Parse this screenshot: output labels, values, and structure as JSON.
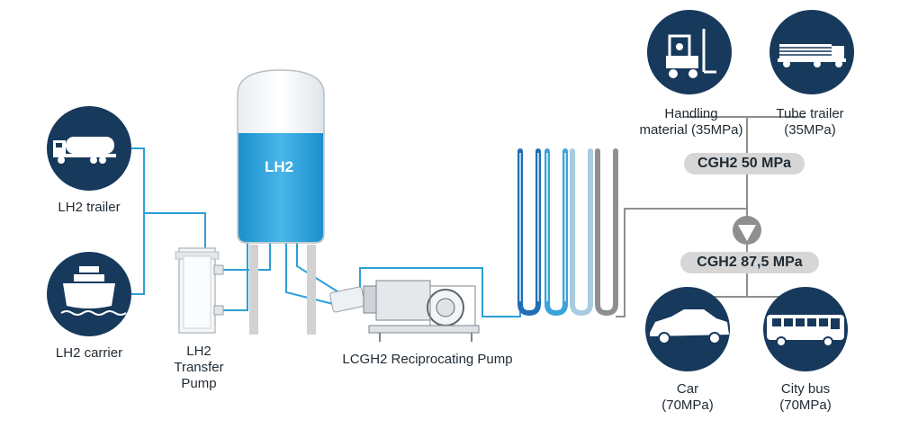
{
  "colors": {
    "navy": "#17395c",
    "line_blue": "#2b9fd6",
    "line_gray": "#8f8f8f",
    "tank_liquid": "#1f9ad6",
    "pill_bg": "#d6d6d6"
  },
  "icons": {
    "lh2_trailer": "tanker-truck-icon",
    "lh2_carrier": "ship-icon",
    "handling_material": "forklift-icon",
    "tube_trailer": "tube-trailer-truck-icon",
    "car": "car-icon",
    "city_bus": "bus-icon"
  },
  "labels": {
    "lh2_trailer": "LH2 trailer",
    "lh2_carrier": "LH2 carrier",
    "transfer_pump": [
      "LH2",
      "Transfer",
      "Pump"
    ],
    "tank": "LH2",
    "recip_pump": "LCGH2 Reciprocating Pump",
    "handling_material": [
      "Handling",
      "material (35MPa)"
    ],
    "tube_trailer": [
      "Tube trailer",
      "(35MPa)"
    ],
    "cgh2_50": "CGH2 50 MPa",
    "cgh2_875": "CGH2 87,5 MPa",
    "car": [
      "Car",
      "(70MPa)"
    ],
    "city_bus": [
      "City bus",
      "(70MPa)"
    ]
  }
}
